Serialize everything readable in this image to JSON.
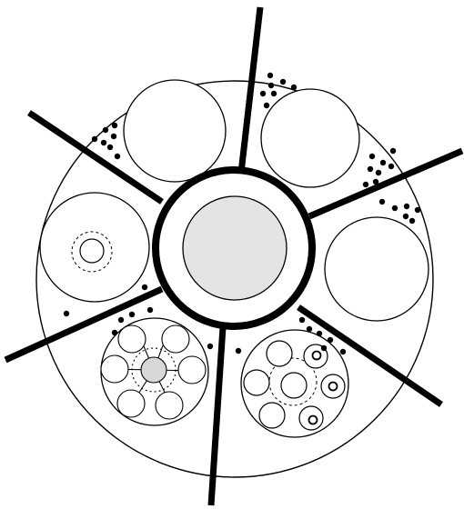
{
  "diagram": {
    "background": "#ffffff",
    "stroke_color": "#000000",
    "core_fill": "#e6e3e3",
    "small_core_fill": "#d8d6d6",
    "elements": [
      "outer-boundary-circle",
      "central-hub",
      "central-core-disc",
      "radial-spokes",
      "compartment-circles",
      "dot-clusters",
      "dashed-rings",
      "rosette-pattern",
      "cluster-of-rings-pattern"
    ]
  }
}
